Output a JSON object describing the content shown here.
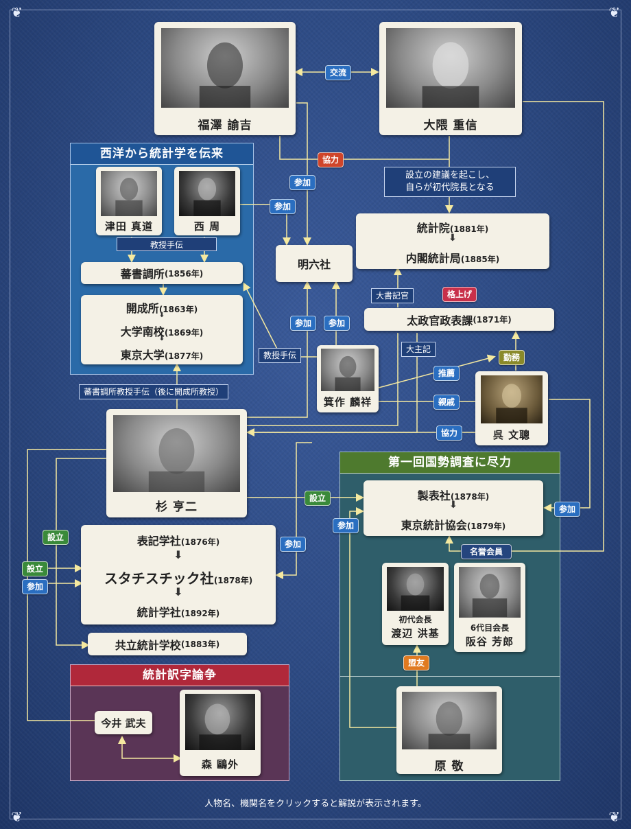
{
  "panels": {
    "western": "西洋から統計学を伝来",
    "census": "第一回国勢調査に尽力",
    "dispute": "統計訳字論争"
  },
  "people": {
    "fukuzawa": "福澤 諭吉",
    "okuma": "大隈 重信",
    "tsuda": "津田 真道",
    "nishi": "西 周",
    "mitsukuri": "箕作 麟祥",
    "kure": "呉 文聰",
    "sugi": "杉 亨二",
    "watanabe_role": "初代会長",
    "watanabe": "渡辺 洪基",
    "sakatani_role": "6代目会長",
    "sakatani": "阪谷 芳郎",
    "hara": "原 敬",
    "imai": "今井 武夫",
    "mori": "森 鷗外"
  },
  "orgs": {
    "meirokusha": "明六社",
    "toukeiin": "統計院",
    "toukeiin_year": "(1881年)",
    "naikaku": "内閣統計局",
    "naikaku_year": "(1885年)",
    "dajokan": "太政官政表課",
    "dajokan_year": "(1871年)",
    "bansho": "蕃書調所",
    "bansho_year": "(1856年)",
    "kaisei": "開成所",
    "kaisei_year": "(1863年)",
    "daigaku_nanko": "大学南校",
    "daigaku_nanko_year": "(1869年)",
    "todai": "東京大学",
    "todai_year": "(1877年)",
    "hyokigakusha": "表記学社",
    "hyokigakusha_year": "(1876年)",
    "statistic": "スタチスチック社",
    "statistic_year": "(1878年)",
    "toukeigakusha": "統計学社",
    "toukeigakusha_year": "(1892年)",
    "kyoritsu": "共立統計学校",
    "kyoritsu_year": "(1883年)",
    "seihyosha": "製表社",
    "seihyosha_year": "(1878年)",
    "tokyo_kyokai": "東京統計協会",
    "tokyo_kyokai_year": "(1879年)"
  },
  "tags": {
    "koryu": "交流",
    "kyoryoku1": "協力",
    "sanka1": "参加",
    "sanka2": "参加",
    "sanka3": "参加",
    "sanka4": "参加",
    "sanka5": "参加",
    "sanka6": "参加",
    "sanka7": "参加",
    "kakuage": "格上げ",
    "kinmu": "勤務",
    "suisen": "推薦",
    "shinseki": "親戚",
    "kyoryoku2": "協力",
    "setsuritsu1": "設立",
    "setsuritsu2": "設立",
    "setsuritsu3": "設立",
    "meiyo": "名誉会員",
    "meiyu": "盟友"
  },
  "labels": {
    "kyoju_tetsudai1": "教授手伝",
    "kyoju_tetsudai2": "教授手伝",
    "daishokikan": "大書記官",
    "daishuki": "大主記",
    "bansho_note": "蕃書調所教授手伝（後に開成所教授）"
  },
  "notes": {
    "okuma_note_1": "設立の建議を起こし、",
    "okuma_note_2": "自らが初代院長となる"
  },
  "footer": "人物名、機関名をクリックすると解説が表示されます。",
  "colors": {
    "background": "#2b4880",
    "line": "#f5e9a0",
    "card": "#f4f1e6"
  }
}
